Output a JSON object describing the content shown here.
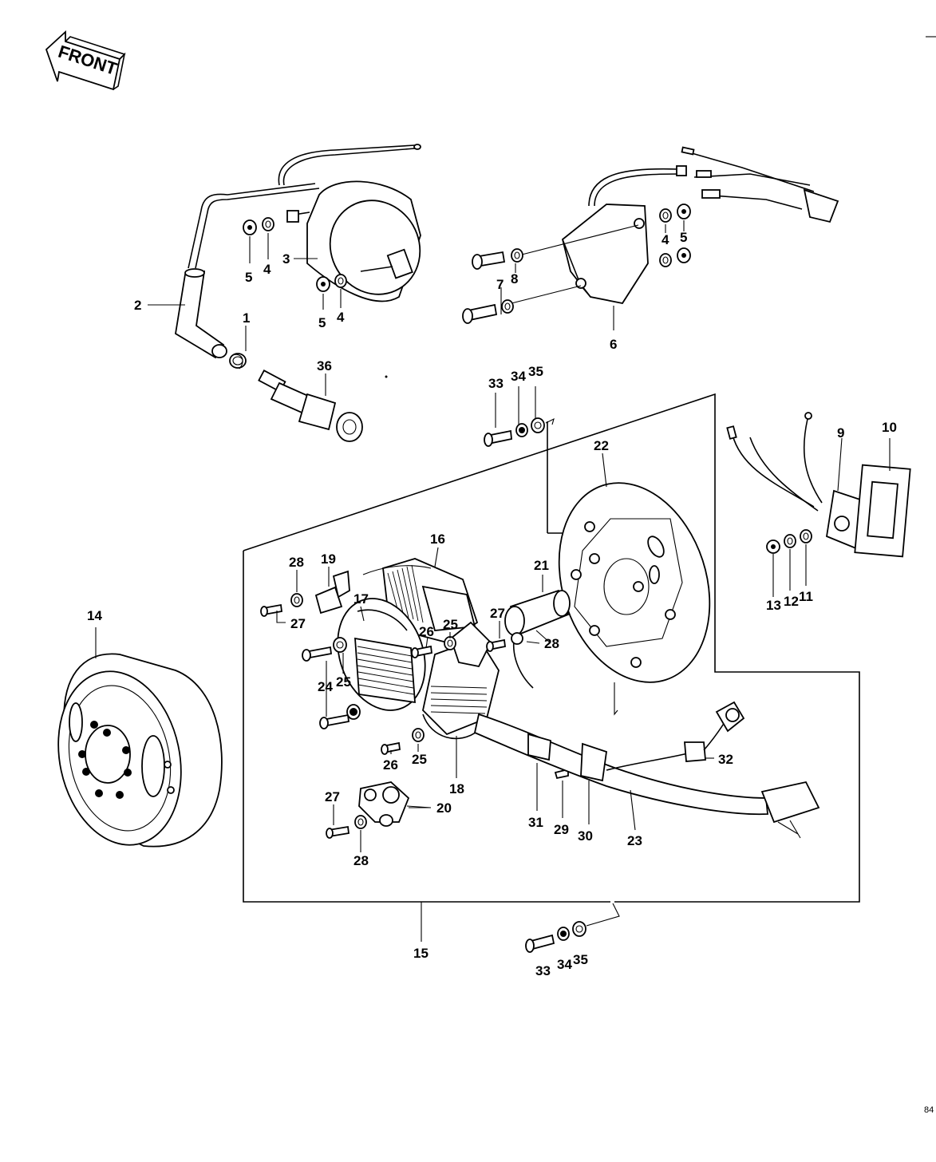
{
  "header": {
    "front_label": "FRONT"
  },
  "footer": {
    "page_number": "84"
  },
  "callouts": [
    "1",
    "2",
    "3",
    "4",
    "5",
    "6",
    "7",
    "8",
    "9",
    "10",
    "11",
    "12",
    "13",
    "14",
    "15",
    "16",
    "17",
    "18",
    "19",
    "20",
    "21",
    "22",
    "23",
    "24",
    "25",
    "26",
    "27",
    "28",
    "29",
    "30",
    "31",
    "32",
    "33",
    "34",
    "35",
    "36"
  ],
  "labels": {
    "c1": "1",
    "c2": "2",
    "c3": "3",
    "c4a": "4",
    "c5a": "5",
    "c4b": "4",
    "c5b": "5",
    "c4c": "4",
    "c5c": "5",
    "c6": "6",
    "c7": "7",
    "c8": "8",
    "c36": "36",
    "c33a": "33",
    "c34a": "34",
    "c35a": "35",
    "c9": "9",
    "c10": "10",
    "c11": "11",
    "c12": "12",
    "c13": "13",
    "c22": "22",
    "c16": "16",
    "c19": "19",
    "c28a": "28",
    "c27a": "27",
    "c17": "17",
    "c21": "21",
    "c27b": "27",
    "c28b": "28",
    "c25a": "25",
    "c26a": "26",
    "c24": "24",
    "c25b": "25",
    "c14": "14",
    "c26b": "26",
    "c25c": "25",
    "c18": "18",
    "c32": "32",
    "c27c": "27",
    "c20": "20",
    "c28c": "28",
    "c31": "31",
    "c29": "29",
    "c30": "30",
    "c23": "23",
    "c15": "15",
    "c33b": "33",
    "c34b": "34",
    "c35b": "35"
  }
}
